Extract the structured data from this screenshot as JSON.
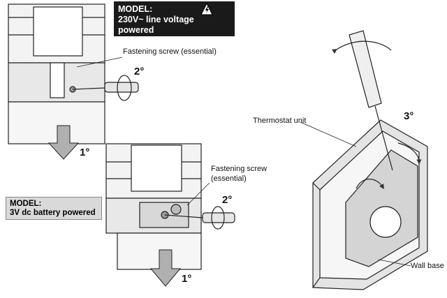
{
  "top_model": {
    "line1": "MODEL:",
    "line2": "230V~ line voltage powered"
  },
  "bottom_model": {
    "line1": "MODEL:",
    "line2": "3V dc battery powered"
  },
  "labels": {
    "screw_top": "Fastening screw (essential)",
    "screw_mid_1": "Fastening screw",
    "screw_mid_2": "(essential)",
    "thermostat_unit": "Thermostat unit",
    "wall_base": "Wall base"
  },
  "steps": {
    "top_2": "2°",
    "top_1": "1°",
    "mid_2": "2°",
    "mid_1": "1°",
    "right_3": "3°"
  },
  "icons": {
    "warning": "high-voltage-warning-icon"
  },
  "colors": {
    "line": "#222222",
    "fill_light": "#f0f0f0",
    "fill_mid": "#c8c8c8",
    "label_bg": "#1a1a1a"
  }
}
